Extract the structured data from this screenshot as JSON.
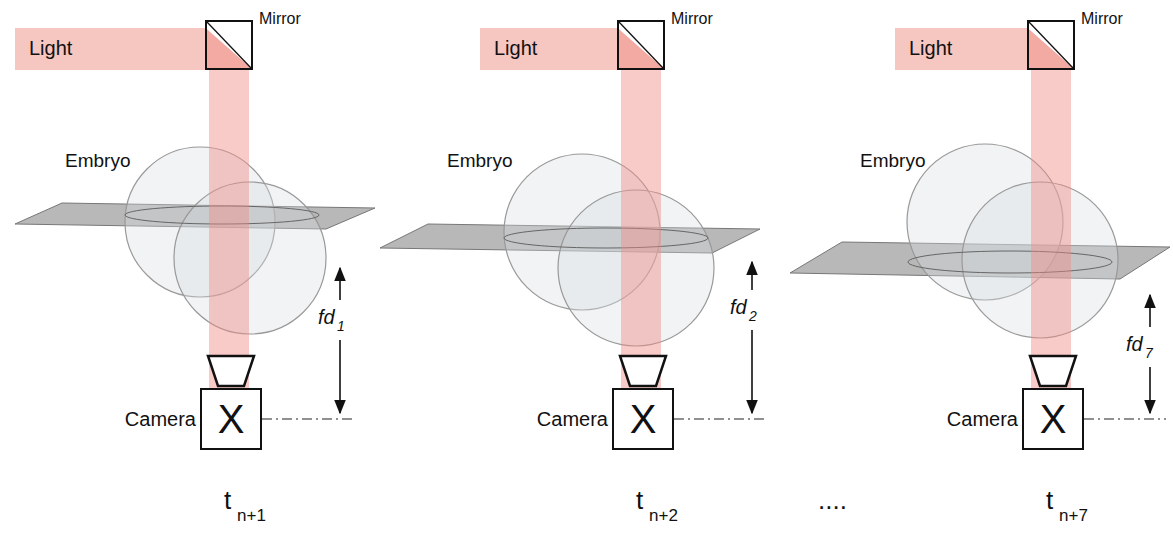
{
  "diagram": {
    "nodes": [
      {
        "text": [
          "Light"
        ]
      },
      {
        "text": [
          "Mirror"
        ]
      },
      {
        "text": [
          "Camera",
          "X"
        ]
      },
      {
        "text": [
          "Light"
        ]
      },
      {
        "text": [
          "Mirror"
        ]
      },
      {
        "text": [
          "Camera",
          "X"
        ]
      },
      {
        "text": [
          "Light"
        ]
      },
      {
        "text": [
          "Mirror"
        ]
      },
      {
        "text": [
          "Camera",
          "X"
        ]
      }
    ],
    "edges": [
      {
        "from": 1,
        "to": 2,
        "arrow": "none"
      },
      {
        "from": 4,
        "to": 5,
        "arrow": "none"
      },
      {
        "from": 7,
        "to": 8,
        "arrow": "none"
      }
    ],
    "labels": [
      "Embryo",
      "fd",
      "1",
      "t",
      "n+1",
      "Embryo",
      "fd",
      "2",
      "t",
      "n+2",
      "....",
      "Embryo",
      "fd",
      "7",
      "t",
      "n+7"
    ]
  }
}
